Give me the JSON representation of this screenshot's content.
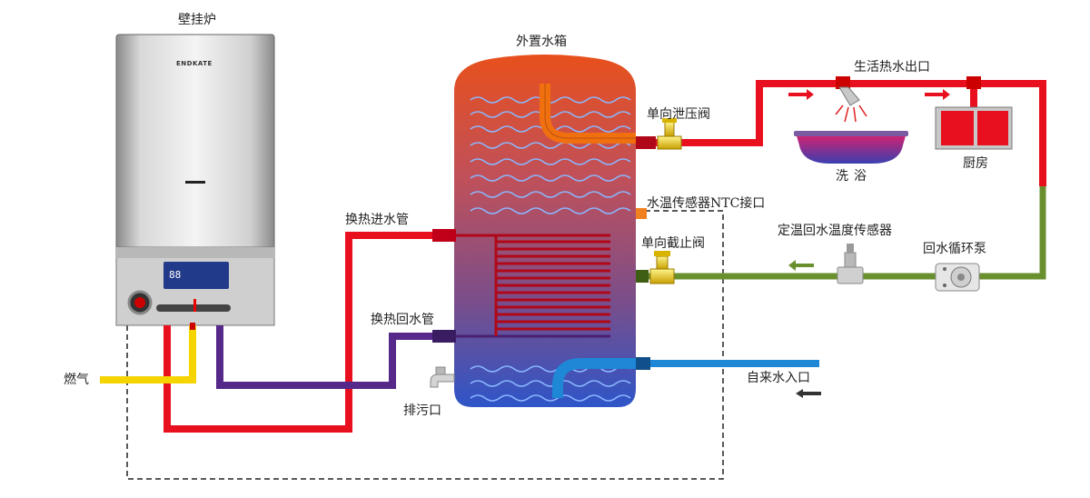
{
  "labels": {
    "boiler": "壁挂炉",
    "tank": "外置水箱",
    "hot_outlet": "生活热水出口",
    "relief_valve": "单向泄压阀",
    "bath": "洗浴",
    "kitchen": "厨房",
    "ntc_port": "水温传感器NTC接口",
    "constant_temp_sensor": "定温回水温度传感器",
    "check_valve": "单向截止阀",
    "circ_pump": "回水循环泵",
    "heat_in": "换热进水管",
    "heat_return": "换热回水管",
    "gas": "燃气",
    "drain": "排污口",
    "tap_inlet": "自来水入口"
  },
  "boiler_panel": {
    "brand": "ENDKATE",
    "display": "88"
  },
  "colors": {
    "hot_pipe": "#e8101e",
    "return_pipe": "#6a8f2f",
    "heat_return_pipe": "#55288a",
    "gas_pipe": "#f5d400",
    "cold_pipe": "#1e88d6",
    "tank_top": "#e8501c",
    "tank_bottom": "#2e55c8"
  },
  "icons": [
    "faucet-icon",
    "shower-head-icon",
    "pump-icon",
    "valve-icon",
    "flow-arrow-icon"
  ]
}
